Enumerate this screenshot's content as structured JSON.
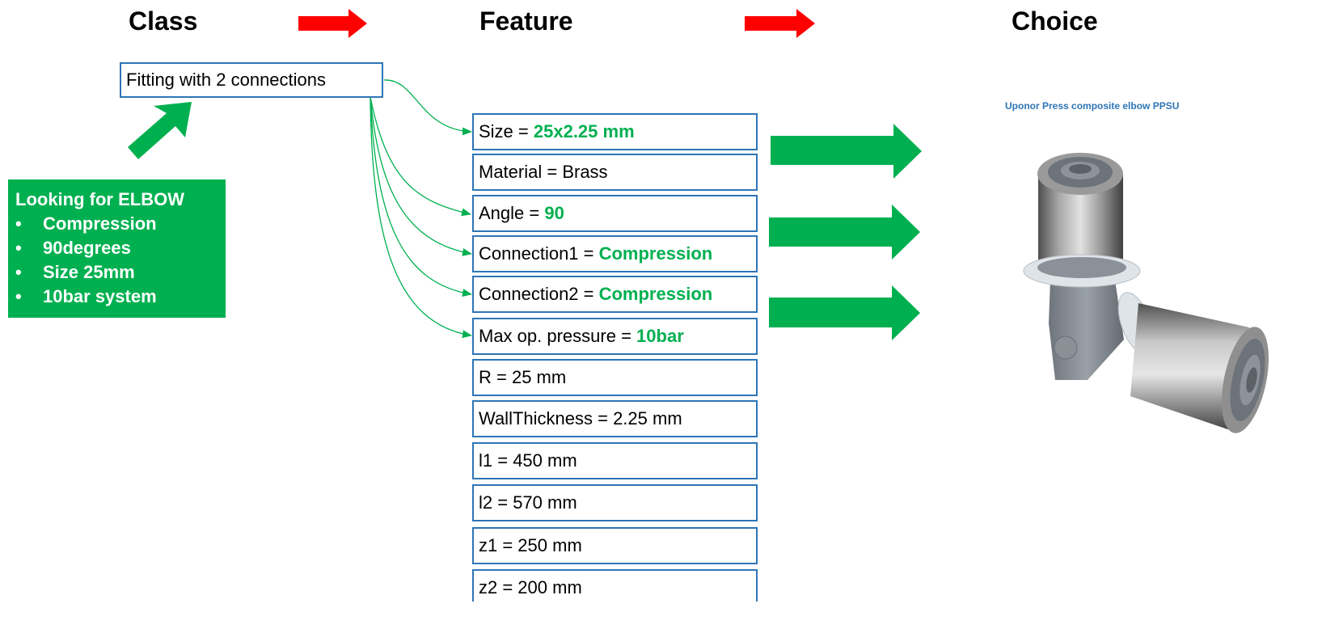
{
  "headers": {
    "class": "Class",
    "feature": "Feature",
    "choice": "Choice"
  },
  "class_box": "Fitting with 2 connections",
  "request": {
    "title": "Looking for ELBOW",
    "items": [
      "Compression",
      "90degrees",
      "Size 25mm",
      "10bar system"
    ]
  },
  "features": [
    {
      "label": "Size = ",
      "value": "25x2.25 mm"
    },
    {
      "label": "Material = Brass"
    },
    {
      "label": "Angle = ",
      "value": "90"
    },
    {
      "label": "Connection1 = ",
      "value": "Compression"
    },
    {
      "label": "Connection2 = ",
      "value": "Compression"
    },
    {
      "label": "Max op. pressure = ",
      "value": "10bar"
    },
    {
      "label": "R = 25 mm"
    },
    {
      "label": "WallThickness = 2.25 mm"
    },
    {
      "label": "l1 = 450 mm"
    },
    {
      "label": "l2 = 570 mm"
    },
    {
      "label": "z1 = 250 mm"
    },
    {
      "label": "z2 = 200 mm"
    }
  ],
  "product_caption": "Uponor Press composite elbow PPSU",
  "colors": {
    "accent_green": "#00b050",
    "arrow_red": "#ff0000",
    "box_border": "#2e75b6"
  }
}
